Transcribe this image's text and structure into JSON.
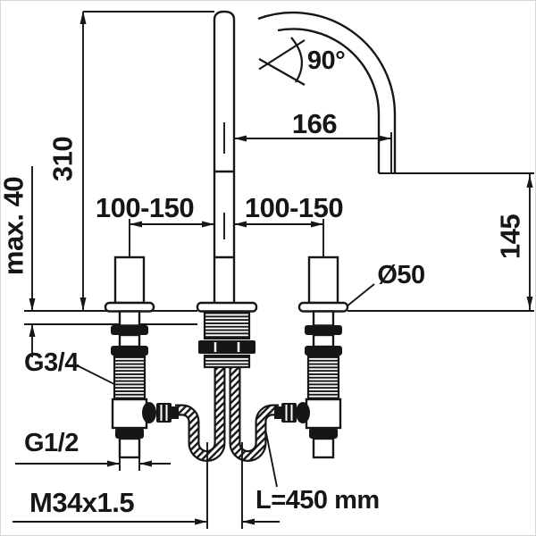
{
  "labels": {
    "total_height": "310",
    "deck_max": "max. 40",
    "spacing_left": "100-150",
    "spacing_right": "100-150",
    "reach": "166",
    "angle": "90°",
    "height_outlet": "145",
    "diameter": "Ø50",
    "thread_top": "G3/4",
    "thread_bottom": "G1/2",
    "hose_length": "L=450 mm",
    "shank_thread": "M34x1.5"
  },
  "colors": {
    "line": "#161616",
    "background": "#ffffff"
  }
}
